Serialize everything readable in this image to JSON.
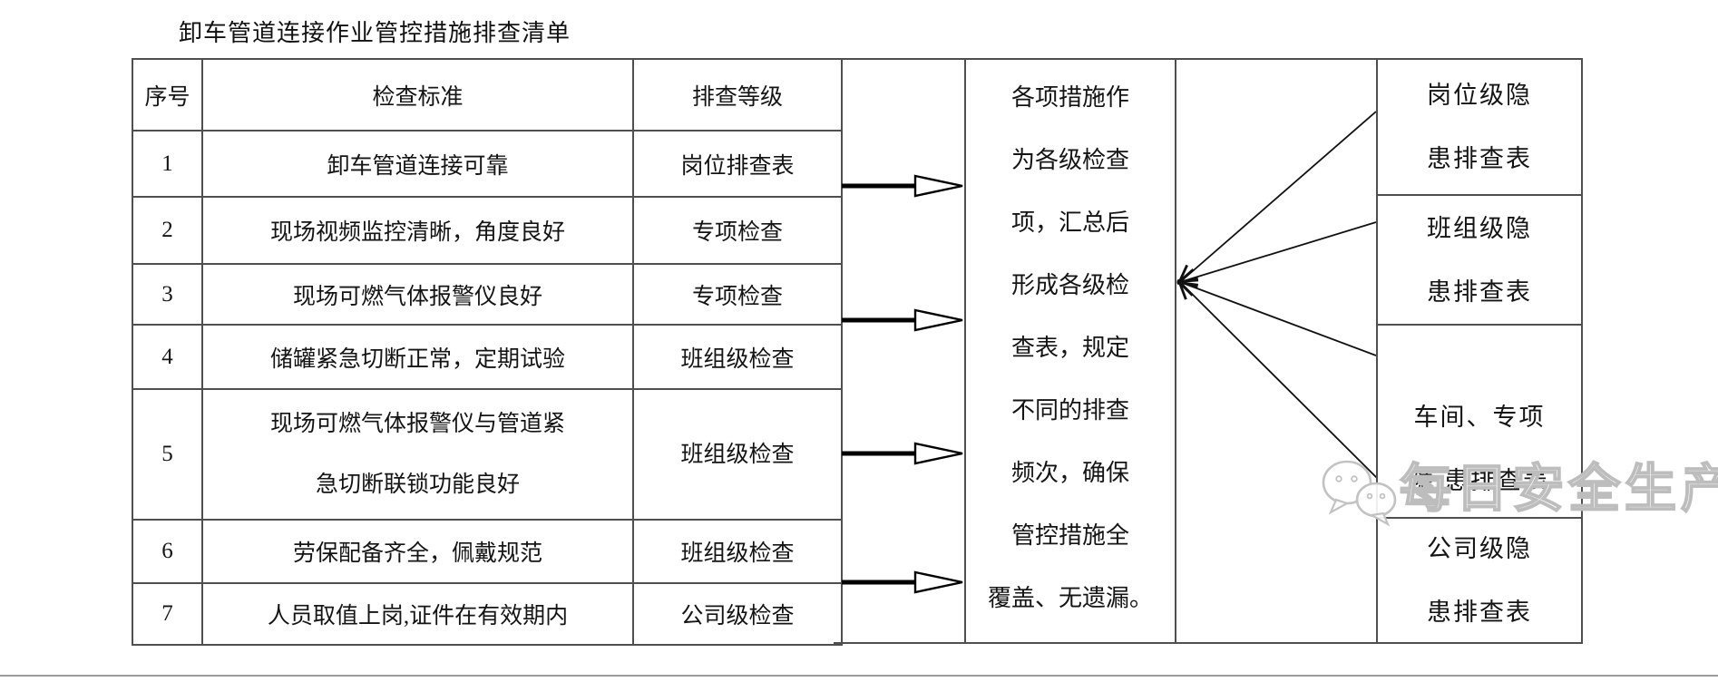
{
  "title": "卸车管道连接作业管控措施排查清单",
  "table": {
    "headers": {
      "num": "序号",
      "standard": "检查标准",
      "level": "排查等级"
    },
    "rows": [
      {
        "num": "1",
        "standard": "卸车管道连接可靠",
        "level": "岗位排查表"
      },
      {
        "num": "2",
        "standard": "现场视频监控清晰，角度良好",
        "level": "专项检查"
      },
      {
        "num": "3",
        "standard": "现场可燃气体报警仪良好",
        "level": "专项检查"
      },
      {
        "num": "4",
        "standard": "储罐紧急切断正常，定期试验",
        "level": "班组级检查"
      },
      {
        "num": "5",
        "standard": "现场可燃气体报警仪与管道紧急切断联锁功能良好",
        "standard_lines": [
          "现场可燃气体报警仪与管道紧",
          "急切断联锁功能良好"
        ],
        "level": "班组级检查"
      },
      {
        "num": "6",
        "standard": "劳保配备齐全，佩戴规范",
        "level": "班组级检查"
      },
      {
        "num": "7",
        "standard": "人员取值上岗,证件在有效期内",
        "level": "公司级检查"
      }
    ]
  },
  "middle_note": {
    "text": "各项措施作为各级检查项，汇总后形成各级检查表，规定不同的排查频次，确保管控措施全覆盖、无遗漏。",
    "lines": [
      "各项措施作",
      "为各级检查",
      "项，汇总后",
      "形成各级检",
      "查表，规定",
      "不同的排查",
      "频次，确保",
      "管控措施全",
      "覆盖、无遗漏。"
    ]
  },
  "output_tables": [
    {
      "line1": "岗位级隐",
      "line2": "患排查表"
    },
    {
      "line1": "班组级隐",
      "line2": "患排查表"
    },
    {
      "line1": "车间、专项",
      "line2": "隐 患排查表"
    },
    {
      "line1": "公司级隐",
      "line2": "患排查表"
    }
  ],
  "watermark": {
    "text": "每日安全生产",
    "icon": "wechat-icon"
  },
  "icons": {
    "flow_arrow": "hollow-right-arrow",
    "fan_arrow": "thin-left-arrowhead"
  },
  "colors": {
    "border": "#4f4f4f",
    "text": "#141414",
    "arrow": "#000000",
    "watermark_stroke": "#bdbdbd",
    "page_rule": "#9a9a9a"
  }
}
